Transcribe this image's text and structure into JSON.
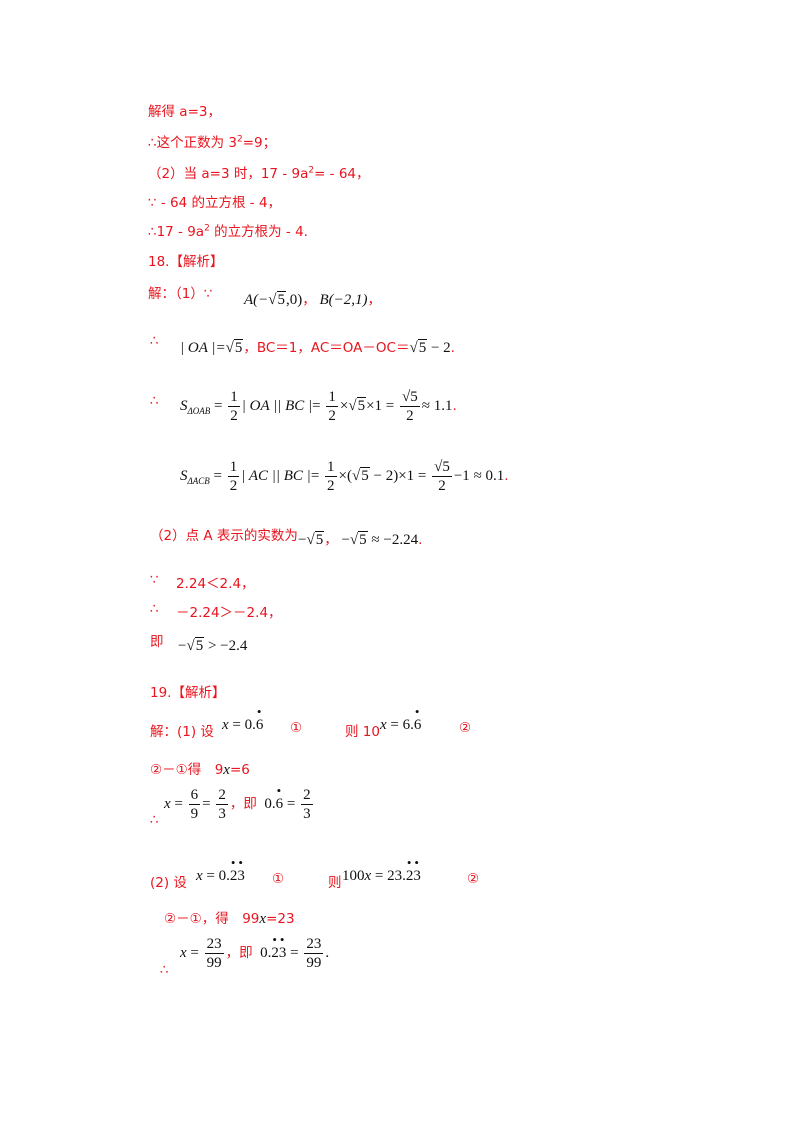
{
  "lines": {
    "l1": "解得 a=3，",
    "l2a": "∴这个正数为 3",
    "l2sup": "2",
    "l2b": "=9；",
    "l3a": "（2）当 a=3 时，17 - 9a",
    "l3sup": "2",
    "l3b": "= - 64，",
    "l4": "∵ - 64 的立方根 - 4，",
    "l5a": "∴17 - 9a",
    "l5sup": "2",
    "l5b": " 的立方根为 - 4.",
    "h18": "18.【解析】",
    "s18_1": "解：（1）∵",
    "therefore": "∴",
    "bc_text": "BC＝1，AC＝OA－OC＝",
    "s18_2_label": "（2）点 A 表示的实数为",
    "because": "∵",
    "ineq1": "2.24＜2.4，",
    "ineq2": "－2.24＞－2.4，",
    "ji": "即",
    "h19": "19.【解析】",
    "s19_1": "解：(1) 设",
    "circ1": "①",
    "then10": "则 10",
    "circ2": "②",
    "step2": "②－①得　9",
    "eq6": "=6",
    "ji_comma": "，即",
    "s19_2": "(2) 设",
    "then": "则",
    "step2b": "②－①，得　99",
    "eq23": "=23"
  },
  "math": {
    "pointA": "A(−",
    "pointA_rad": "5",
    "pointA_end": ",0)",
    "pointB": "B(−2,1)",
    "oa_abs": "| OA |=",
    "sqrt5": "5",
    "minus2": " − 2",
    "s_oab_sub": "ΔOAB",
    "s_acb_sub": "ΔACB",
    "approx11": "≈ 1.1",
    "approx01": "≈ 0.1",
    "approx224": "≈ −2.24",
    "ineq3": " > −2.4",
    "x06": "x = 0.",
    "digit6": "6",
    "x66": "x = 6.",
    "frac_6": "6",
    "frac_9": "9",
    "frac_2": "2",
    "frac_3": "3",
    "x023": "x = 0.",
    "d2": "2",
    "d3": "3",
    "x100": "100x = 23.",
    "frac_23": "23",
    "frac_99": "99",
    "zero": "0."
  },
  "colors": {
    "red": "#e8141e",
    "black": "#111111"
  }
}
